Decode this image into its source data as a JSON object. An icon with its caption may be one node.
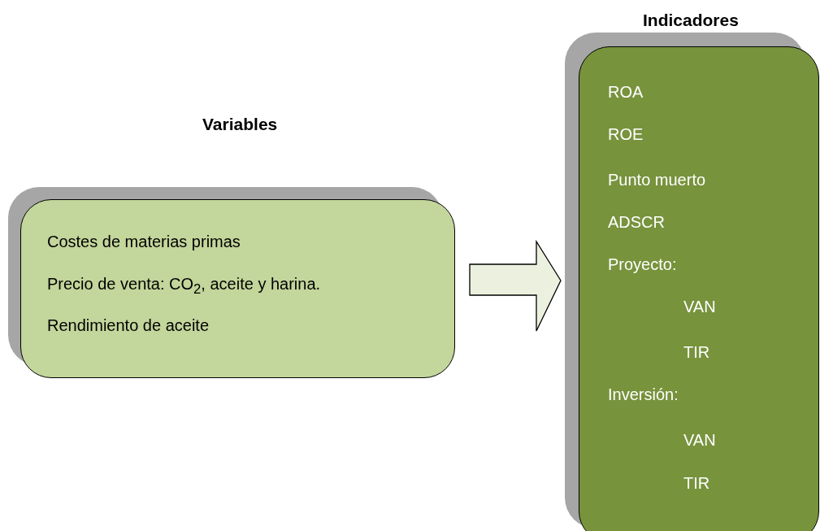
{
  "diagram": {
    "nodes": [
      {
        "text": [
          "Variables",
          "Costes de materias primas",
          "Precio de venta: CO$_{2}$, aceite y harina.",
          "Rendimiento de aceite"
        ]
      },
      {
        "text": [
          "Indicadores",
          "ROA",
          "ROE",
          "Punto muerto",
          "ADSCR",
          "Proyecto:",
          "VAN",
          "TIR",
          "Inversión:",
          "VAN",
          "TIR"
        ]
      }
    ],
    "edges": [
      {
        "from": 0,
        "to": 1,
        "arrow": "to",
        "style": "thick"
      }
    ]
  }
}
